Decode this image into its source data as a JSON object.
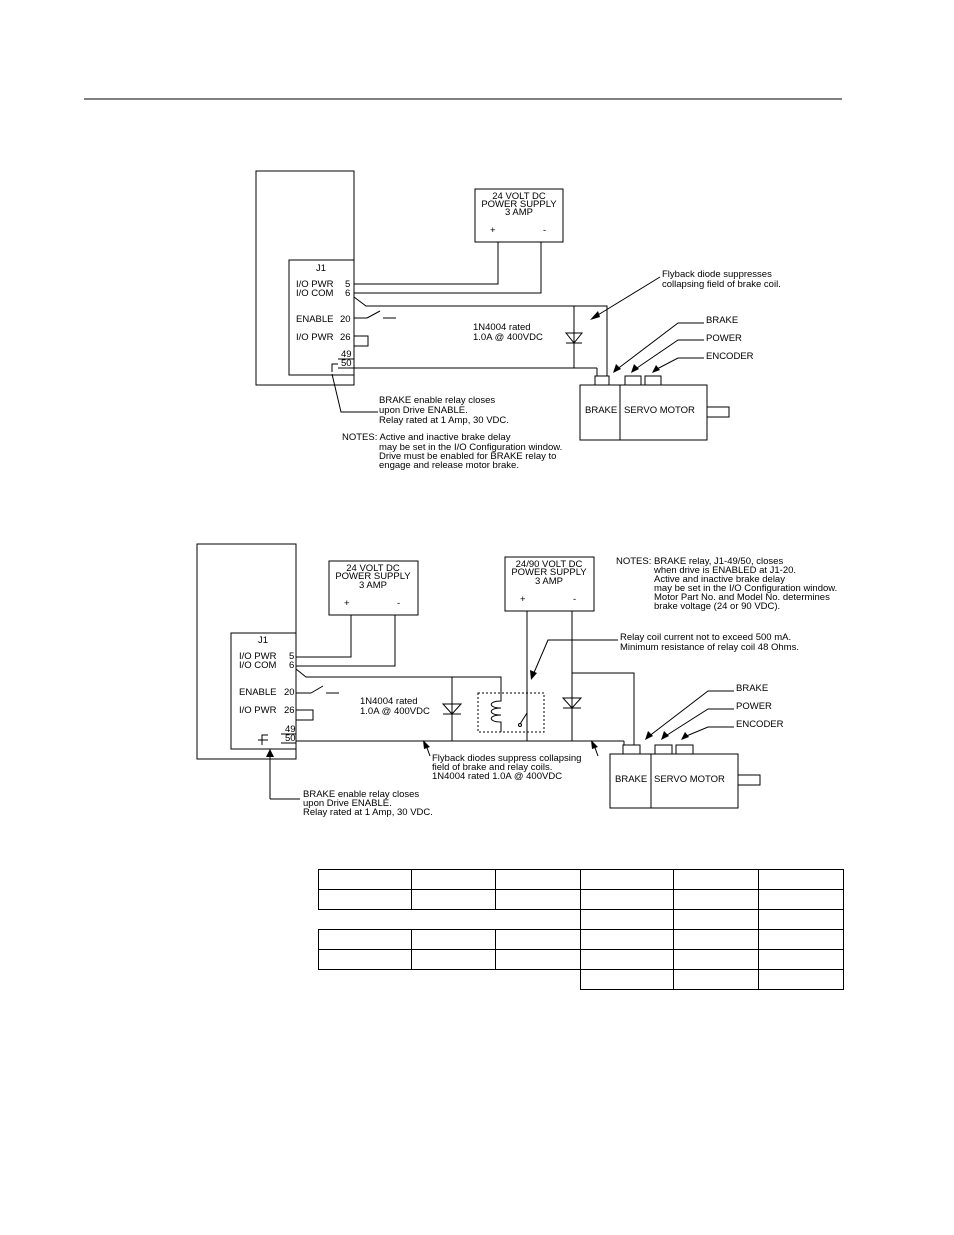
{
  "diagram1": {
    "power_supply": {
      "line1": "24 VOLT DC",
      "line2": "POWER SUPPLY",
      "line3": "3 AMP",
      "plus": "+",
      "minus": "-"
    },
    "connector": {
      "title": "J1",
      "pin_io_pwr": "I/O PWR",
      "pin_io_pwr_num": "5",
      "pin_io_com": "I/O COM",
      "pin_io_com_num": "6",
      "pin_enable": "ENABLE",
      "pin_enable_num": "20",
      "pin_io_pwr2": "I/O PWR",
      "pin_io_pwr2_num": "26",
      "pin_49": "49",
      "pin_50": "50"
    },
    "diode": {
      "line1": "1N4004 rated",
      "line2": "1.0A @ 400VDC"
    },
    "flyback_note": {
      "line1": "Flyback diode suppresses",
      "line2": "collapsing field of brake coil."
    },
    "motor": {
      "brake_label": "BRAKE",
      "brake_box": "BRAKE",
      "servo": "SERVO MOTOR",
      "power": "POWER",
      "encoder": "ENCODER"
    },
    "relay_note": {
      "line1": "BRAKE enable relay closes",
      "line2": "upon Drive ENABLE.",
      "line3": "Relay rated at 1 Amp, 30 VDC."
    },
    "notes": {
      "line1": "NOTES: Active and inactive brake delay",
      "line2": "may be set in the I/O Configuration window.",
      "line3": "Drive must be enabled for BRAKE relay to",
      "line4": "engage and release motor brake."
    }
  },
  "diagram2": {
    "power_supply": {
      "line1": "24 VOLT DC",
      "line2": "POWER SUPPLY",
      "line3": "3 AMP",
      "plus": "+",
      "minus": "-"
    },
    "power_supply2": {
      "line1": "24/90 VOLT DC",
      "line2": "POWER SUPPLY",
      "line3": "3 AMP",
      "plus": "+",
      "minus": "-"
    },
    "connector": {
      "title": "J1",
      "pin_io_pwr": "I/O PWR",
      "pin_io_pwr_num": "5",
      "pin_io_com": "I/O COM",
      "pin_io_com_num": "6",
      "pin_enable": "ENABLE",
      "pin_enable_num": "20",
      "pin_io_pwr2": "I/O PWR",
      "pin_io_pwr2_num": "26",
      "pin_49": "49",
      "pin_50": "50"
    },
    "diode": {
      "line1": "1N4004 rated",
      "line2": "1.0A @ 400VDC"
    },
    "notes": {
      "line1": "NOTES: BRAKE relay, J1-49/50, closes",
      "line2": "when drive is ENABLED at J1-20.",
      "line3": "Active and inactive brake delay",
      "line4": "may be set in the I/O Configuration window.",
      "line5": "Motor Part No. and Model No. determines",
      "line6": "brake voltage (24 or 90 VDC)."
    },
    "coil_note": {
      "line1": "Relay coil current not to exceed 500 mA.",
      "line2": "Minimum resistance of relay coil 48 Ohms."
    },
    "flyback_note": {
      "line1": "Flyback diodes suppress collapsing",
      "line2": "field of brake and relay coils.",
      "line3": "1N4004 rated 1.0A @ 400VDC"
    },
    "motor": {
      "brake_label": "BRAKE",
      "brake_box": "BRAKE",
      "servo": "SERVO MOTOR",
      "power": "POWER",
      "encoder": "ENCODER"
    },
    "relay_note": {
      "line1": "BRAKE enable relay closes",
      "line2": "upon Drive ENABLE.",
      "line3": "Relay rated at 1 Amp, 30 VDC."
    }
  }
}
